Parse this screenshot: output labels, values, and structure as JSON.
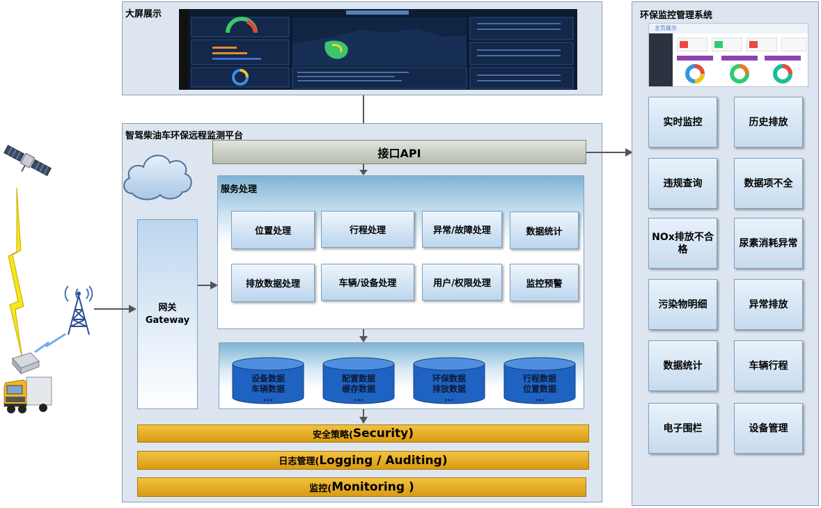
{
  "big_screen": {
    "title": "大屏展示"
  },
  "platform": {
    "title": "智驾柴油车环保远程监测平台",
    "api_label": "接口API",
    "service": {
      "title": "服务处理",
      "items": [
        "位置处理",
        "行程处理",
        "异常/故障处理",
        "数据统计",
        "排放数据处理",
        "车辆/设备处理",
        "用户/权限处理",
        "监控预警"
      ]
    },
    "gateway": {
      "line1": "网关",
      "line2": "Gateway"
    },
    "databases": [
      {
        "line1": "设备数据",
        "line2": "车辆数据",
        "more": "..."
      },
      {
        "line1": "配置数据",
        "line2": "缓存数据",
        "more": "..."
      },
      {
        "line1": "环保数据",
        "line2": "排放数据",
        "more": "..."
      },
      {
        "line1": "行程数据",
        "line2": "位置数据",
        "more": "..."
      }
    ],
    "bars": [
      {
        "cn": "安全策略(",
        "en": "Security)"
      },
      {
        "cn": "日志管理(",
        "en": "Logging / Auditing)"
      },
      {
        "cn": "监控(",
        "en": "Monitoring )"
      }
    ]
  },
  "env_system": {
    "title": "环保监控管理系统",
    "thumb_tab": "主页展示",
    "items": [
      "实时监控",
      "历史排放",
      "违规查询",
      "数据项不全",
      "NOx排放不合格",
      "尿素消耗异常",
      "污染物明细",
      "异常排放",
      "数据统计",
      "车辆行程",
      "电子围栏",
      "设备管理"
    ]
  },
  "colors": {
    "panel": "#dde6f0",
    "gold": "#e3a922",
    "dark_screen": "#0d1b33"
  }
}
